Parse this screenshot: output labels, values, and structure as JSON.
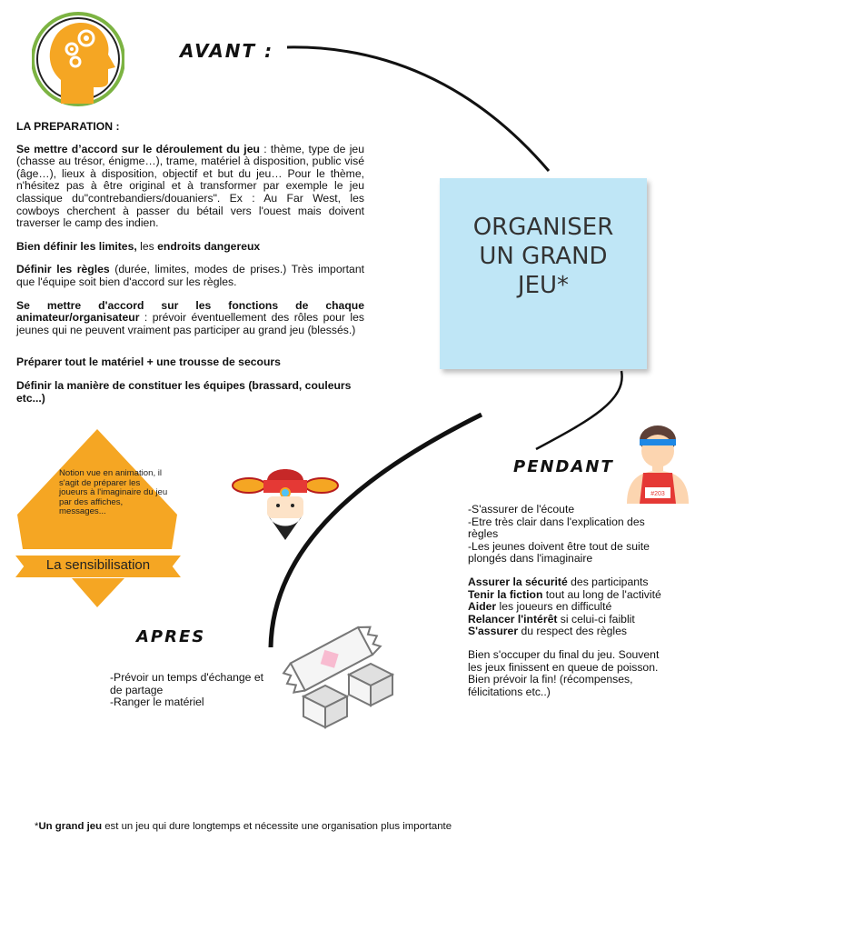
{
  "headings": {
    "avant": "AVANT :",
    "pendant": "PENDANT",
    "apres": "APRES"
  },
  "center_note": {
    "lines": [
      "ORGANISER",
      "UN GRAND",
      "JEU*"
    ]
  },
  "preparation": {
    "title": "LA PREPARATION :",
    "p1": {
      "bold": "Se mettre d’accord sur le déroulement du jeu",
      "rest": " : thème, type de jeu (chasse au trésor, énigme…), trame, matériel à disposition, public visé (âge…), lieux à disposition, objectif et but du jeu… Pour le thème, n'hésitez pas à être original et à transformer par exemple le jeu classique du\"contrebandiers/douaniers\". Ex : Au Far West, les cowboys cherchent à passer du bétail vers l'ouest mais doivent traverser le camp des indien."
    },
    "p2": {
      "bold1": "Bien définir les limites,",
      "rest": " les ",
      "bold2": "endroits dangereux"
    },
    "p3": {
      "bold": "Définir les règles",
      "rest": " (durée, limites, modes de prises.) Très important que l'équipe soit bien d'accord sur les règles."
    },
    "p4": {
      "bold": "Se mettre d'accord sur les fonctions de chaque animateur/organisateur",
      "rest": " : prévoir éventuellement des rôles pour les jeunes qui ne peuvent vraiment pas participer au grand jeu (blessés.)"
    },
    "p5": "Préparer tout le matériel + une trousse de secours",
    "p6": "Définir la manière de constituer les équipes (brassard, couleurs etc...)"
  },
  "sensibilisation": {
    "text": "Notion vue en animation, il s'agit de préparer les joueurs à l'imaginaire du jeu par des affiches, messages...",
    "label": "La sensibilisation"
  },
  "pendant_list": {
    "block1": [
      "-S'assurer de l'écoute",
      "-Etre très clair dans l'explication des règles",
      "-Les jeunes doivent être tout de suite  plongés dans l'imaginaire"
    ],
    "b1": "Assurer la sécurité",
    "r1": " des participants",
    "b2": "Tenir la fiction",
    "r2": " tout au long de l'activité",
    "b3": "Aider",
    "r3": " les joueurs en difficulté",
    "b4": "Relancer l'intérêt",
    "r4": " si celui-ci faiblit",
    "b5": "S'assurer",
    "r5": " du respect des règles",
    "block3": "Bien s'occuper du final du jeu. Souvent les jeux finissent en queue de poisson. Bien prévoir la fin! (récompenses, félicitations etc..)"
  },
  "apres_list": [
    "-Prévoir un temps d'échange et de partage",
    "-Ranger le matériel"
  ],
  "runner_bib": "#203",
  "footnote": {
    "star": "*",
    "bold": "Un grand jeu",
    "rest": " est un jeu qui dure longtemps et nécessite une organisation plus importante"
  },
  "colors": {
    "head_green": "#7cb342",
    "head_orange": "#f5a623",
    "diamond_orange": "#f5a623",
    "note_blue": "#bfe6f6",
    "runner_red": "#e53935"
  }
}
